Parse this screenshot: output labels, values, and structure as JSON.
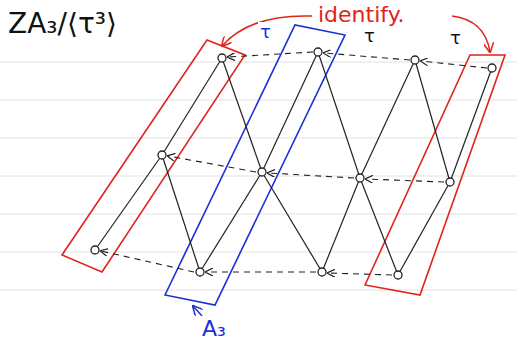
{
  "diagram": {
    "labels": [
      "ZA₃/⟨τ³⟩",
      "identify.",
      "τ",
      "τ",
      "τ",
      "A₃"
    ]
  }
}
